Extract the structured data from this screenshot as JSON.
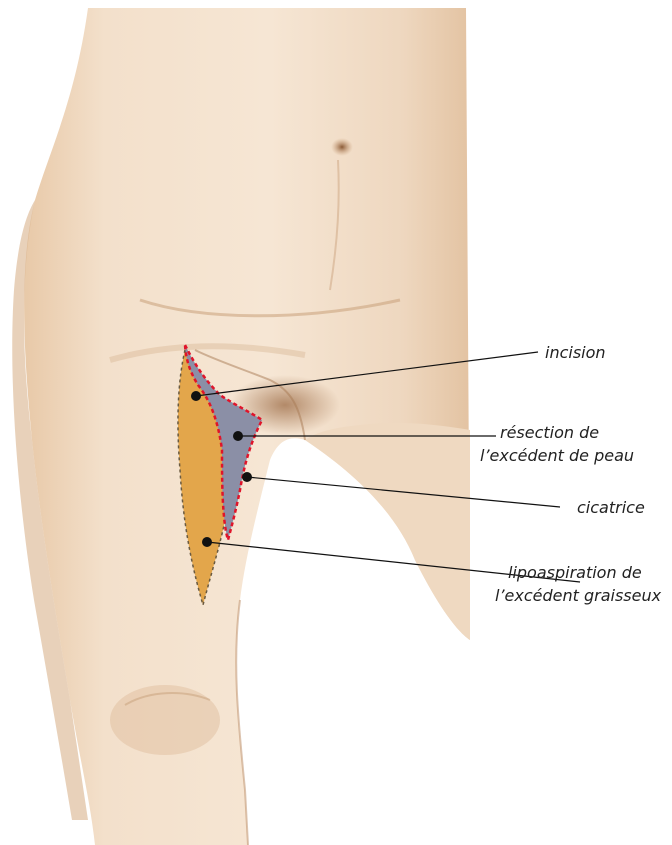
{
  "labels": {
    "incision": "incision",
    "resection_line1": "résection de",
    "resection_line2": "l’excédent de peau",
    "cicatrice": "cicatrice",
    "lipo_line1": "lipoaspiration de",
    "lipo_line2": "l’excédent graisseux"
  },
  "colors": {
    "background": "#ffffff",
    "skin": "#f2dcc4",
    "skin_shadow": "#d7b28c",
    "skin_dark": "#b88a60",
    "resection_zone": "#8b8fa6",
    "lipo_zone": "#e3a64b",
    "incision_line": "#e0142a",
    "leader_line": "#111111"
  }
}
